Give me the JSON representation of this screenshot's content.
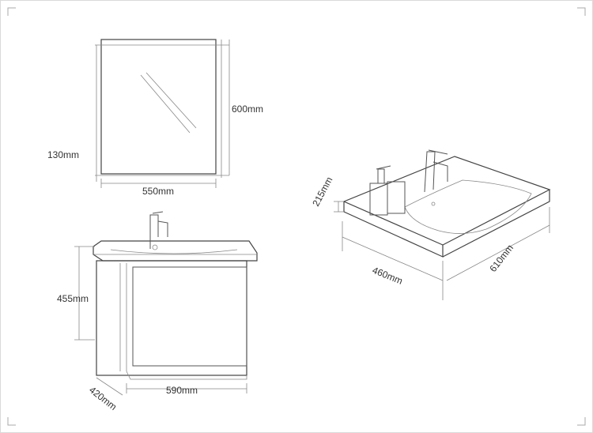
{
  "mirror": {
    "height_label": "600mm",
    "depth_label": "130mm",
    "width_label": "550mm"
  },
  "cabinet": {
    "height_label": "455mm",
    "depth_label": "420mm",
    "width_label": "590mm"
  },
  "basin": {
    "height_label": "215mm",
    "depth_label": "460mm",
    "width_label": "610mm"
  }
}
